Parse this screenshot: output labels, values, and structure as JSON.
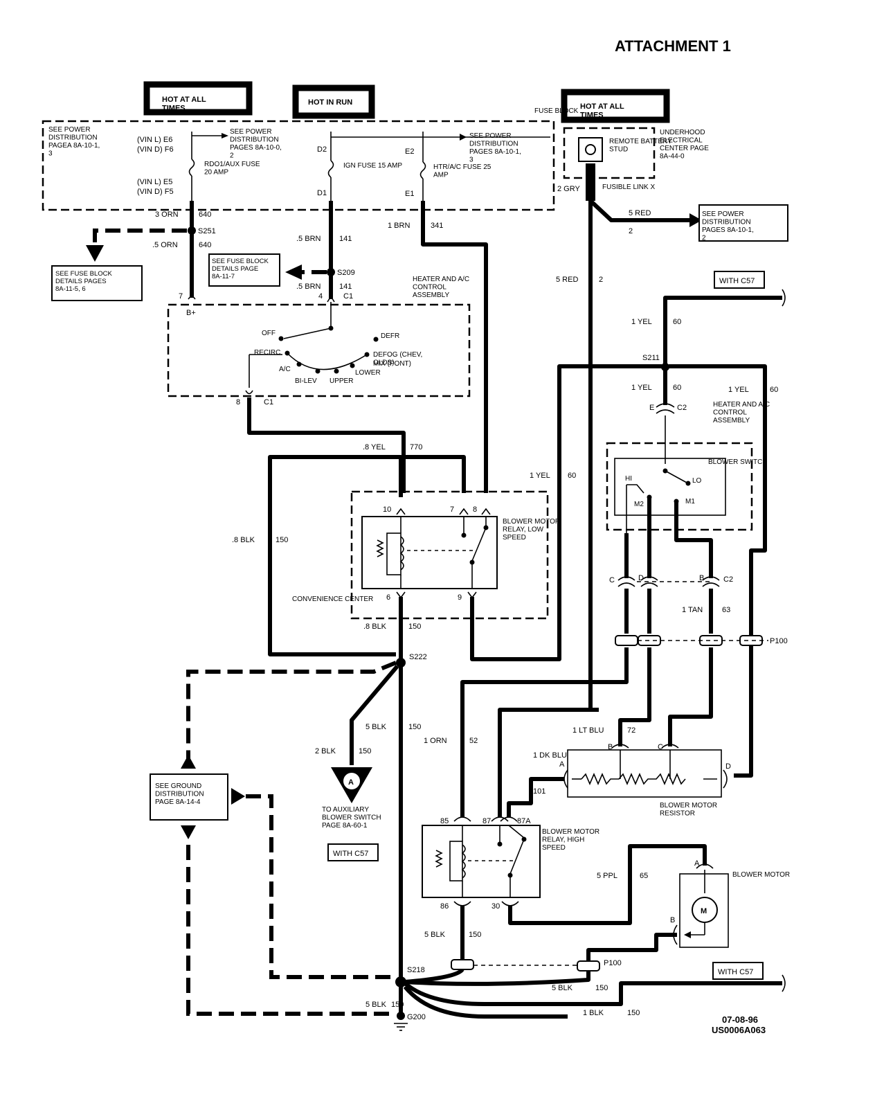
{
  "header": {
    "title": "ATTACHMENT 1"
  },
  "footer": {
    "date": "07-08-96",
    "code": "US0006A063"
  },
  "power": {
    "hot_all_1": "HOT AT ALL TIMES",
    "hot_run": "HOT IN RUN",
    "hot_all_2": "HOT AT ALL TIMES",
    "fuse_block": "FUSE BLOCK",
    "see_pd_1": "SEE POWER DISTRIBUTION PAGEA 8A-10-1, 3",
    "see_pd_2": "SEE POWER DISTRIBUTION PAGES 8A-10-0, 2",
    "see_pd_3": "SEE POWER DISTRIBUTION PAGES 8A-10-1, 3",
    "see_pd_4": "SEE POWER DISTRIBUTION PAGES 8A-10-1, 2",
    "vinl_e6": "(VIN L) E6",
    "vind_f6": "(VIN D) F6",
    "vinl_e5": "(VIN L) E5",
    "vind_f5": "(VIN D) F5",
    "fuse_rdo": "RDO1/AUX FUSE 20 AMP",
    "fuse_ign": "IGN FUSE 15 AMP",
    "fuse_htr": "HTR/A/C FUSE 25 AMP",
    "d2": "D2",
    "d1": "D1",
    "e2": "E2",
    "e1": "E1",
    "remote_stud": "REMOTE BATTERY STUD",
    "underhood": "UNDERHOOD ELECTRICAL CENTER PAGE 8A-44-0",
    "fusible_link": "FUSIBLE LINK X"
  },
  "wires": {
    "orn3": "3 ORN",
    "n640a": "640",
    "orn05": ".5 ORN",
    "n640b": "640",
    "brn05a": ".5 BRN",
    "n141a": "141",
    "brn05b": ".5 BRN",
    "n141b": "141",
    "brn1": "1 BRN",
    "n341": "341",
    "gry2": "2 GRY",
    "red5a": "5 RED",
    "n2a": "2",
    "red5b": "5 RED",
    "n2b": "2",
    "yel08": ".8 YEL",
    "n770": "770",
    "blk08a": ".8 BLK",
    "n150a": "150",
    "blk08b": ".8 BLK",
    "n150b": "150",
    "yel1a": "1 YEL",
    "n60a": "60",
    "yel1b": "1 YEL",
    "n60b": "60",
    "yel1c": "1 YEL",
    "n60c": "60",
    "yel1d": "1 YEL",
    "n60d": "60",
    "tan1": "1 TAN",
    "n63": "63",
    "blk5a": "5 BLK",
    "n150c": "150",
    "blk2": "2 BLK",
    "n150d": "150",
    "orn1": "1 ORN",
    "n52": "52",
    "ltblu": "1 LT BLU",
    "n72": "72",
    "dkblu": "1 DK BLU",
    "n101": "101",
    "ppl5": "5 PPL",
    "n65": "65",
    "blk5b": "5 BLK",
    "n150e": "150",
    "blk5c": "5 BLK",
    "n150f": "150",
    "blk5d": "5 BLK",
    "n150g": "150",
    "blk1": "1 BLK",
    "n150h": "150"
  },
  "splices": {
    "s251": "S251",
    "s209": "S209",
    "s211": "S211",
    "s222": "S222",
    "s218": "S218",
    "g200": "G200",
    "p100a": "P100",
    "p100b": "P100"
  },
  "refs": {
    "see_fuse_1": "SEE FUSE BLOCK DETAILS PAGES 8A-11-5, 6",
    "see_fuse_2": "SEE FUSE BLOCK DETAILS PAGE 8A-11-7",
    "with_c57_1": "WITH C57",
    "with_c57_2": "WITH C57",
    "with_c57_3": "WITH C57",
    "see_ground": "SEE GROUND DISTRIBUTION PAGE 8A-14-4",
    "aux_switch": "TO AUXILIARY BLOWER SWITCH PAGE 8A-60-1",
    "aux_a": "A"
  },
  "hvac": {
    "label": "HEATER AND A/C CONTROL ASSEMBLY",
    "label2": "HEATER AND A/C CONTROL ASSEMBLY",
    "c1a": "C1",
    "c1b": "C1",
    "c2a": "C2",
    "c2b": "C2",
    "pin7": "7",
    "pin4": "4",
    "pin8": "8",
    "bplus": "B+",
    "pinE": "E",
    "off": "OFF",
    "defr": "DEFR",
    "recirc": "RECIRC",
    "defog": "DEFOG (CHEV, OLDS)",
    "mix": "MIX (PONT)",
    "ac": "A/C",
    "bilev": "BI-LEV",
    "upper": "UPPER",
    "lower": "LOWER"
  },
  "relay_low": {
    "label": "BLOWER MOTOR RELAY, LOW SPEED",
    "conv": "CONVENIENCE CENTER",
    "p10": "10",
    "p7": "7",
    "p8": "8",
    "p6": "6",
    "p9": "9"
  },
  "blower_switch": {
    "label": "BLOWER SWITCH",
    "hi": "HI",
    "lo": "LO",
    "m1": "M1",
    "m2": "M2",
    "c": "C",
    "d": "D",
    "b": "B"
  },
  "resistor": {
    "label": "BLOWER MOTOR RESISTOR",
    "a": "A",
    "b": "B",
    "c": "C",
    "d": "D"
  },
  "relay_high": {
    "label": "BLOWER MOTOR RELAY, HIGH SPEED",
    "p85": "85",
    "p87": "87",
    "p87a": "87A",
    "p86": "86",
    "p30": "30"
  },
  "motor": {
    "label": "BLOWER MOTOR",
    "a": "A",
    "b": "B",
    "m": "M"
  }
}
